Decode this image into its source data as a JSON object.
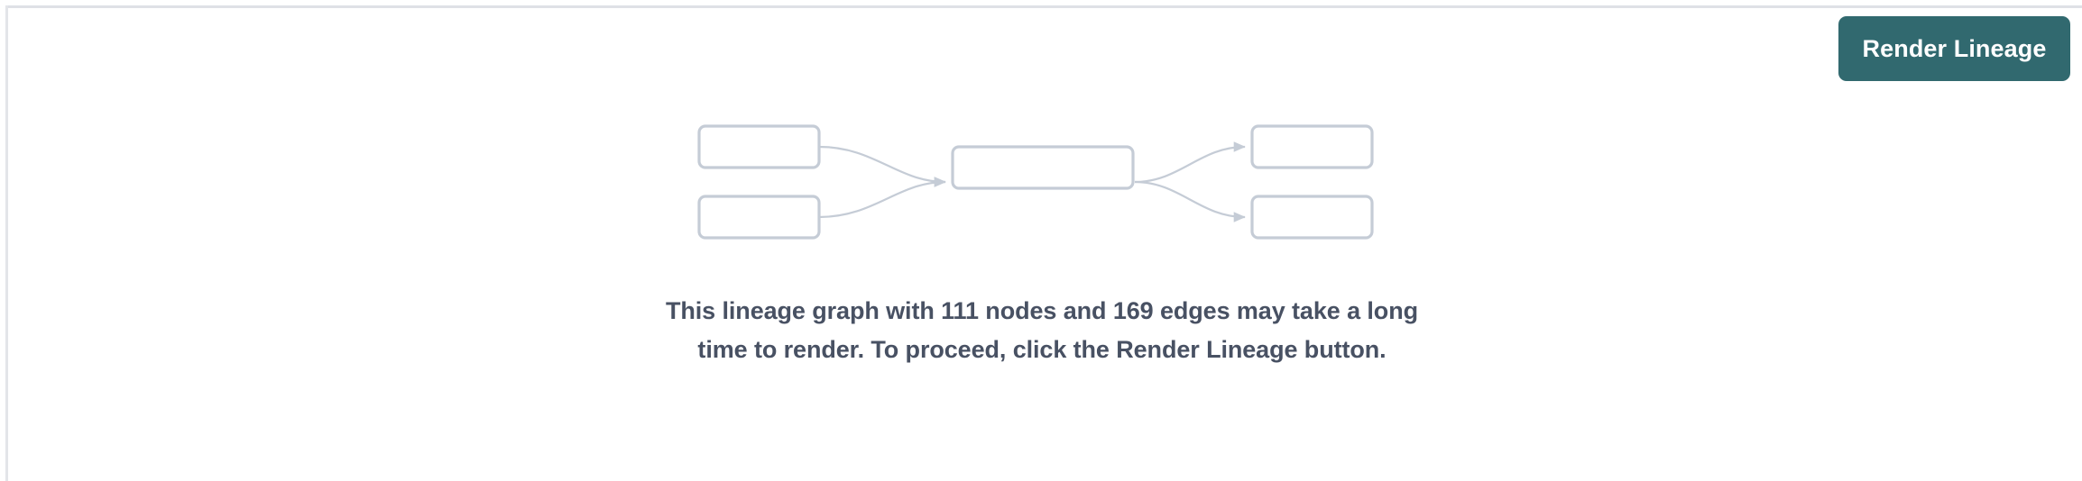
{
  "panel": {
    "background_color": "#ffffff",
    "border_color": "#dfe1e6"
  },
  "toolbar": {
    "render_lineage_label": "Render Lineage",
    "button_color": "#31696f",
    "button_text_color": "#ffffff"
  },
  "graph_placeholder": {
    "node_stroke_color": "#c5ccd6",
    "edge_stroke_color": "#c5ccd6",
    "nodes": [
      {
        "id": "left-top",
        "label": ""
      },
      {
        "id": "left-bottom",
        "label": ""
      },
      {
        "id": "center",
        "label": ""
      },
      {
        "id": "right-top",
        "label": ""
      },
      {
        "id": "right-bottom",
        "label": ""
      }
    ],
    "edges": [
      {
        "from": "left-top",
        "to": "center"
      },
      {
        "from": "left-bottom",
        "to": "center"
      },
      {
        "from": "center",
        "to": "right-top"
      },
      {
        "from": "center",
        "to": "right-bottom"
      }
    ]
  },
  "message": {
    "text": "This lineage graph with 111 nodes and 169 edges may take a long time to render. To proceed, click the Render Lineage button.",
    "node_count": 111,
    "edge_count": 169,
    "text_color": "#485163"
  }
}
